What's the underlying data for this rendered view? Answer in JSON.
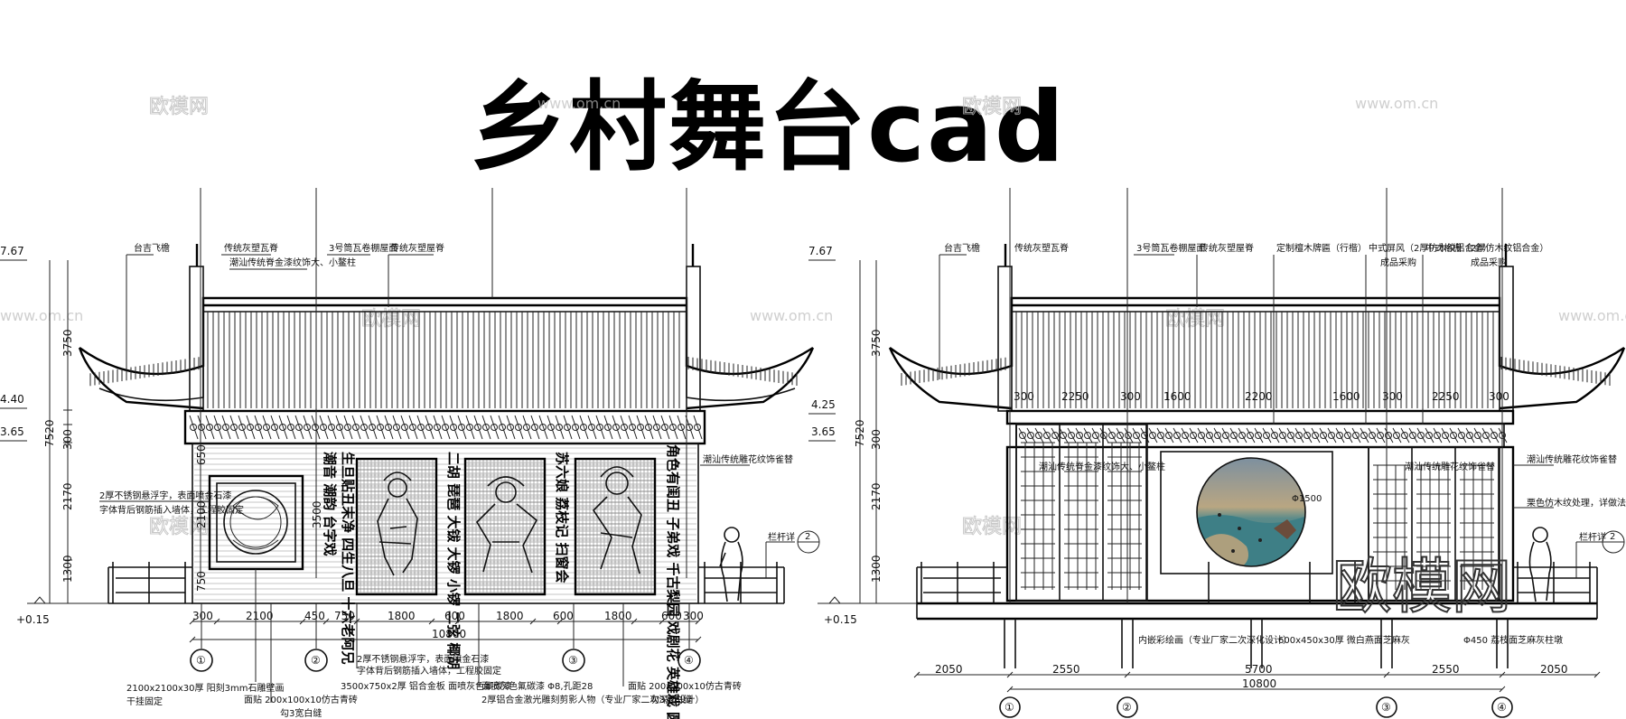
{
  "title": "乡村舞台cad",
  "watermarks": {
    "site": "www.om.cn",
    "brand": "欧模网",
    "big": "欧模网"
  },
  "left": {
    "elev": {
      "top": "7.67",
      "eave": "4.40",
      "beam": "3.65",
      "base": "+0.15"
    },
    "vert_dims": [
      "3750",
      "7520",
      "300",
      "2170",
      "1300"
    ],
    "inner_dims": [
      "650",
      "2100",
      "3500",
      "750"
    ],
    "bottom_dims": [
      "300",
      "2100",
      "450",
      "750",
      "1800",
      "600",
      "1800",
      "600",
      "1800",
      "600",
      "300"
    ],
    "total": "10800",
    "axes": [
      "①",
      "②",
      "③",
      "④"
    ],
    "callouts_top": [
      "台吉飞檐",
      "传统灰塑瓦脊",
      "潮汕传统脊金漆纹饰大、小鳌柱",
      "3号筒瓦卷棚屋面",
      "传统灰塑屋脊"
    ],
    "callout_right": "潮汕传统雕花纹饰雀替",
    "rail": "栏杆详",
    "rail_no": "2",
    "note_left": [
      "2厚不锈钢悬浮字，表面喷金石漆",
      "字体背后钢筋插入墙体，工程胶固定"
    ],
    "note_mid": [
      "2厚不锈钢悬浮字，表面喷金石漆",
      "字体背后钢筋插入墙体，工程胶固定"
    ],
    "bottom_notes": [
      "2100x2100x30厚 阳刻3mm石雕壁画",
      "干挂固定",
      "面贴 200x100x10仿古青砖",
      "勾3宽白缝",
      "3500x750x2厚 铝合金板 面喷灰色氟碳漆",
      "2厚铝合金激光雕刻剪影人物（专业厂家二次深化设计）",
      "面喷灰色氟碳漆 Φ8,孔距28",
      "面贴 200x100x10仿古青砖",
      "勾3宽白缝"
    ],
    "vertical_texts": [
      "潮音 潮韵 台字戏",
      "生旦贴丑末净 四生八旦 十六老阿兄",
      "二胡 琵琶 大钹 大锣 小锣 二弦 椰胡",
      "苏六娘 荔枝记 扫窗会",
      "角色有闺丑 子弟戏 千古梨园 戏剧花 英雄戏 圆底"
    ]
  },
  "right": {
    "elev": {
      "top": "7.67",
      "eave": "4.25",
      "beam": "3.65",
      "base": "+0.15"
    },
    "vert_dims": [
      "3750",
      "7520",
      "300",
      "2170",
      "1300"
    ],
    "top_dims": [
      "300",
      "2250",
      "300",
      "1600",
      "2200",
      "1600",
      "300",
      "2250",
      "300"
    ],
    "bottom_dims_1": [
      "2050",
      "2550",
      "5700",
      "2550",
      "2050"
    ],
    "total": "10800",
    "axes": [
      "①",
      "②",
      "③",
      "④"
    ],
    "callouts_top": [
      "台吉飞檐",
      "传统灰塑瓦脊",
      "3号筒瓦卷棚屋面",
      "传统灰塑屋脊",
      "定制檀木牌匾（行楷）",
      "中式屏风（2厚仿木纹铝合金）",
      "中式格栅（2厚仿木纹铝合金）",
      "成品采购",
      "成品采购"
    ],
    "callout_right_1": "潮汕传统雕花纹饰雀替",
    "callout_right_2": "栗色仿木纹处理，详做法",
    "rail": "栏杆详",
    "rail_no": "2",
    "panel_label_1": "潮汕传统脊金漆纹饰大、小鳌柱",
    "panel_label_2": "潮汕传统雕花纹饰雀替",
    "circle_dim": "Φ1500",
    "bottom_notes": [
      "内嵌彩绘画（专业厂家二次深化设计）",
      "600x450x30厚 微白燕面芝麻灰",
      "Φ450 荔枝面芝麻灰柱墩"
    ]
  },
  "colors": {
    "line": "#111111",
    "painting_sky": "#c9a77a",
    "painting_water": "#3e7f86"
  }
}
